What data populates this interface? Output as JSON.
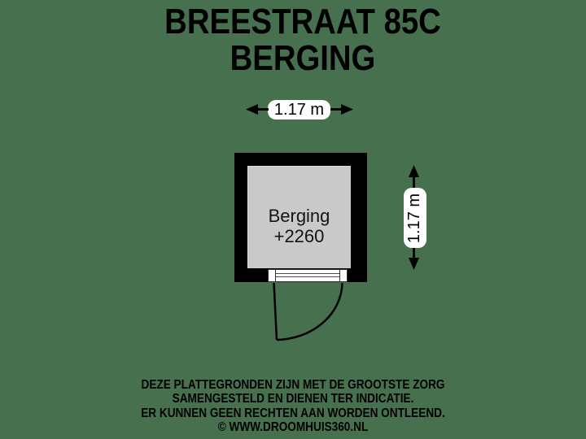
{
  "title": {
    "line1": "BREESTRAAT 85C",
    "line2": "BERGING"
  },
  "plan": {
    "room": {
      "name": "Berging",
      "elevation": "+2260"
    },
    "dimensions": {
      "width_label": "1.17 m",
      "height_label": "1.17 m"
    },
    "door": "hinged-left-swing-down"
  },
  "disclaimer": {
    "lines": [
      "DEZE PLATTEGRONDEN ZIJN MET DE GROOTSTE ZORG",
      "SAMENGESTELD EN DIENEN TER INDICATIE.",
      "ER KUNNEN GEEN RECHTEN AAN WORDEN ONTLEEND.",
      "© WWW.DROOMHUIS360.NL"
    ]
  },
  "colors": {
    "background": "#47704E",
    "wall": "#000000",
    "floor": "#C9C9C9",
    "pill": "#FFFFFF",
    "line": "#000000",
    "text": "#000000"
  }
}
